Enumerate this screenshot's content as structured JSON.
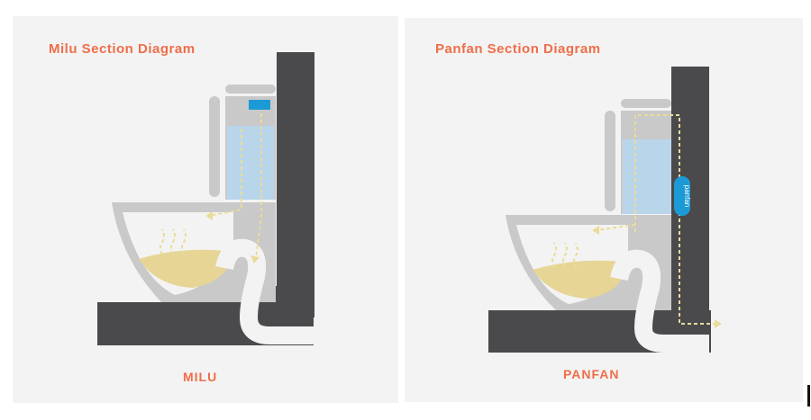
{
  "panels": [
    {
      "id": "milu",
      "title": "Milu Section Diagram",
      "caption": "MILU",
      "component_label": "",
      "component": "flush-valve-indicator"
    },
    {
      "id": "panfan",
      "title": "Panfan Section Diagram",
      "caption": "PANFAN",
      "component_label": "panfan",
      "component": "inline-fan"
    }
  ],
  "colors": {
    "panel_bg": "#f3f3f3",
    "title": "#ef6e4a",
    "wall": "#4a4a4c",
    "ceramic": "#c9c9c9",
    "water_tank": "#b9d5ea",
    "waste": "#e6d595",
    "airflow": "#e9dc9a",
    "component_blue": "#1c9ad6"
  }
}
